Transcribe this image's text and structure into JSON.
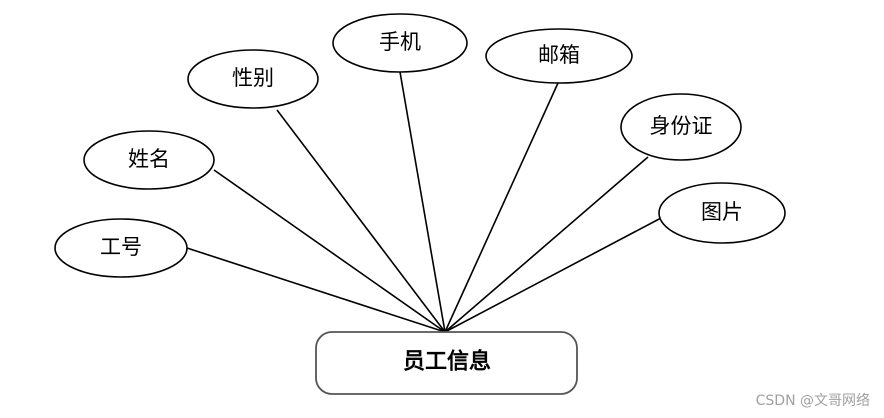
{
  "entity": {
    "label": "员工信息"
  },
  "attributes": [
    {
      "id": "gonghao",
      "label": "工号"
    },
    {
      "id": "xingming",
      "label": "姓名"
    },
    {
      "id": "xingbie",
      "label": "性别"
    },
    {
      "id": "shouji",
      "label": "手机"
    },
    {
      "id": "youxiang",
      "label": "邮箱"
    },
    {
      "id": "shenfenzheng",
      "label": "身份证"
    },
    {
      "id": "tupian",
      "label": "图片"
    }
  ],
  "watermark": "CSDN @文哥网络"
}
